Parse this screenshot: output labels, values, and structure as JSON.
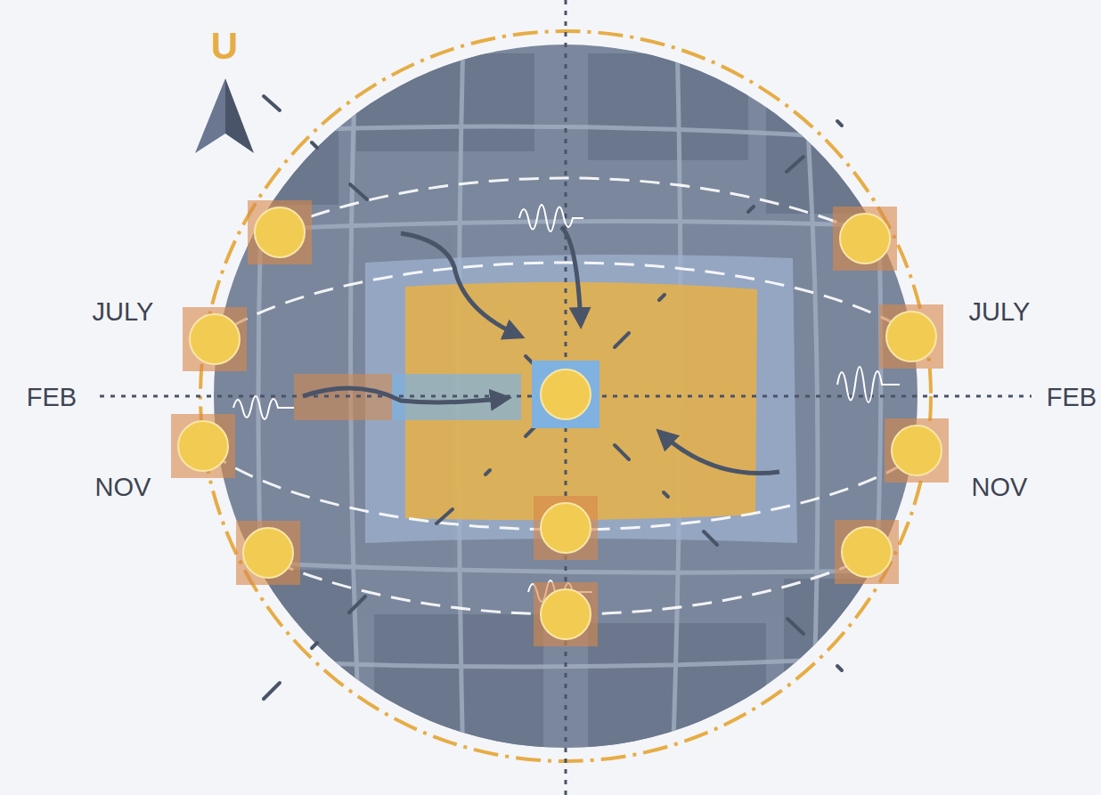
{
  "diagram": {
    "labels": [
      "U",
      "JULY",
      "JULY",
      "FEB",
      "FEB",
      "NOV",
      "NOV"
    ]
  }
}
